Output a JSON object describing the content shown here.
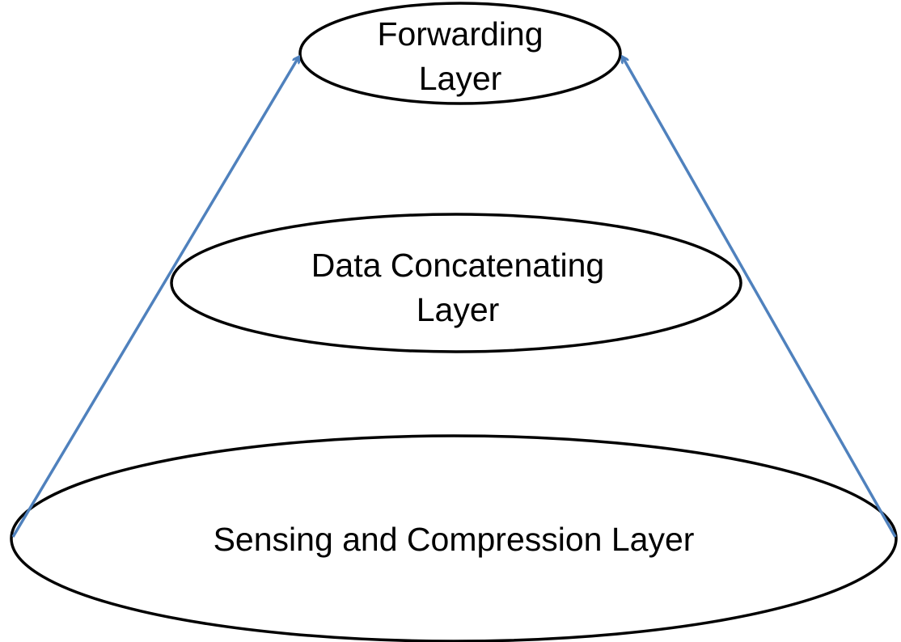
{
  "diagram": {
    "layers": {
      "top": {
        "line1": "Forwarding",
        "line2": "Layer"
      },
      "middle": {
        "line1": "Data Concatenating",
        "line2": "Layer"
      },
      "bottom": {
        "line1": "Sensing and Compression Layer"
      }
    },
    "colors": {
      "arrow": "#4f81bd",
      "outline": "#000000",
      "text": "#000000"
    }
  }
}
